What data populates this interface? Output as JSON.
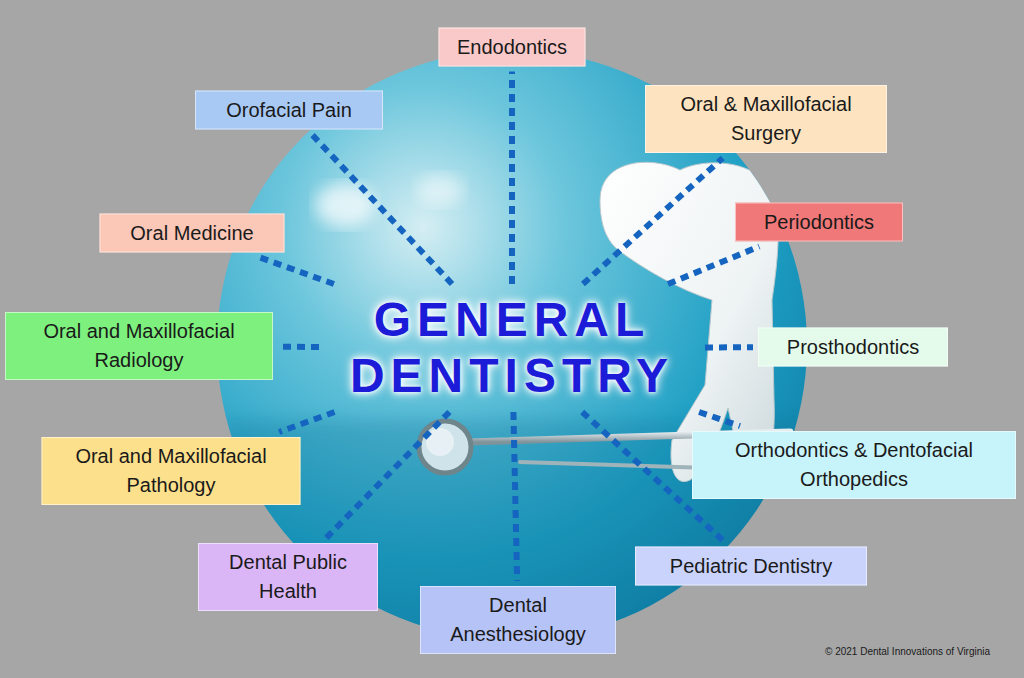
{
  "diagram": {
    "nodes": [
      {
        "text": [
          "GENERAL DENTISTRY"
        ]
      },
      {
        "text": [
          "Endodontics"
        ]
      },
      {
        "text": [
          "Orofacial Pain"
        ]
      },
      {
        "text": [
          "Oral & Maxillofacial Surgery"
        ]
      },
      {
        "text": [
          "Oral Medicine"
        ]
      },
      {
        "text": [
          "Periodontics"
        ]
      },
      {
        "text": [
          "Oral and Maxillofacial Radiology"
        ]
      },
      {
        "text": [
          "Prosthodontics"
        ]
      },
      {
        "text": [
          "Oral and Maxillofacial Pathology"
        ]
      },
      {
        "text": [
          "Orthodontics & Dentofacial Orthopedics"
        ]
      },
      {
        "text": [
          "Dental Public Health"
        ]
      },
      {
        "text": [
          "Pediatric Dentistry"
        ]
      },
      {
        "text": [
          "Dental Anesthesiology"
        ]
      }
    ],
    "edges": [
      {
        "from": 0,
        "to": 1,
        "arrow": "none"
      },
      {
        "from": 0,
        "to": 2,
        "arrow": "none"
      },
      {
        "from": 0,
        "to": 3,
        "arrow": "none"
      },
      {
        "from": 0,
        "to": 4,
        "arrow": "none"
      },
      {
        "from": 0,
        "to": 5,
        "arrow": "none"
      },
      {
        "from": 0,
        "to": 6,
        "arrow": "none"
      },
      {
        "from": 0,
        "to": 7,
        "arrow": "none"
      },
      {
        "from": 0,
        "to": 8,
        "arrow": "none"
      },
      {
        "from": 0,
        "to": 9,
        "arrow": "none"
      },
      {
        "from": 0,
        "to": 10,
        "arrow": "none"
      },
      {
        "from": 0,
        "to": 11,
        "arrow": "none"
      },
      {
        "from": 0,
        "to": 12,
        "arrow": "none"
      }
    ],
    "labels": [
      "© 2021 Dental Innovations of Virginia"
    ]
  }
}
